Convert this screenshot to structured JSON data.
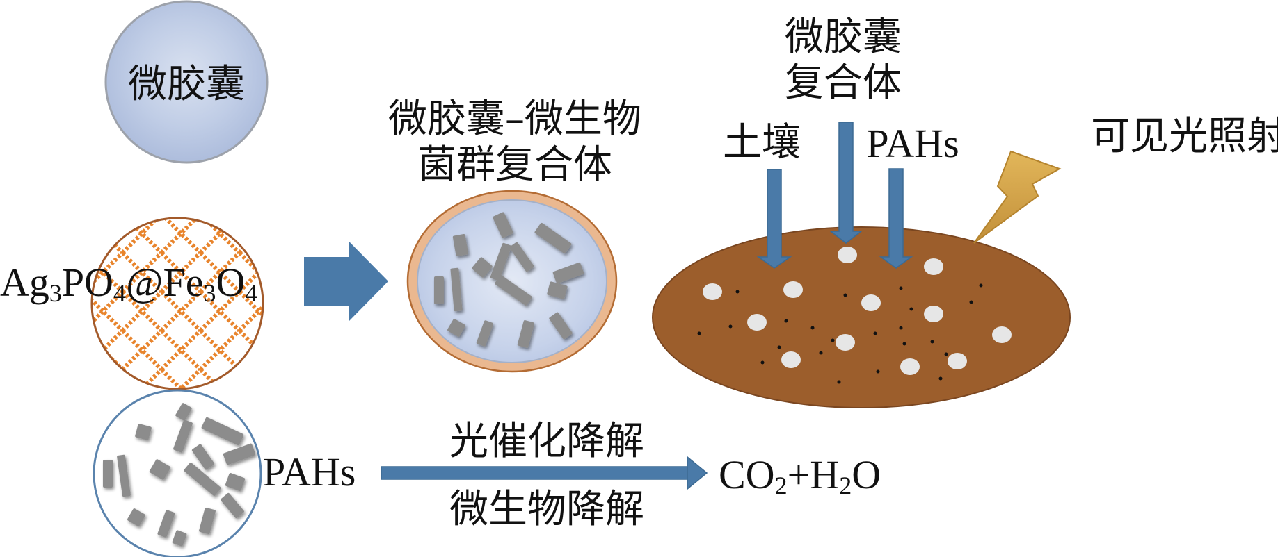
{
  "labels": {
    "microcapsule": "微胶囊",
    "composite_line1": "微胶囊–微生物",
    "composite_line2": "菌群复合体",
    "mc_complex_line1": "微胶囊",
    "mc_complex_line2": "复合体",
    "soil": "土壤",
    "pahs_top": "PAHs",
    "visible_light": "可见光照射",
    "pahs_bottom": "PAHs",
    "photocatalytic": "光催化降解",
    "microbial": "微生物降解"
  },
  "formulas": {
    "catalyst": {
      "p1": "Ag",
      "s1": "3",
      "p2": "PO",
      "s2": "4",
      "p3": "@Fe",
      "s3": "3",
      "p4": "O",
      "s4": "4"
    },
    "product": {
      "p1": "CO",
      "s1": "2",
      "p2": "+H",
      "s2": "2",
      "p3": "O"
    }
  },
  "icons": {
    "microcapsule": "microcapsule-sphere-icon",
    "catalyst": "catalyst-lattice-icon",
    "bacteria": "bacteria-colony-icon",
    "composite": "capsule-bacteria-composite-icon",
    "soil": "soil-ellipse-icon",
    "lightning": "lightning-bolt-icon"
  },
  "colors": {
    "arrow": "#4a7aa8",
    "soil": "#9c5e2c",
    "lattice": "#e8842c",
    "capsule_rim": "#e9b58c",
    "bacteria": "#8c8c8c",
    "bolt": "#d4a64a"
  }
}
